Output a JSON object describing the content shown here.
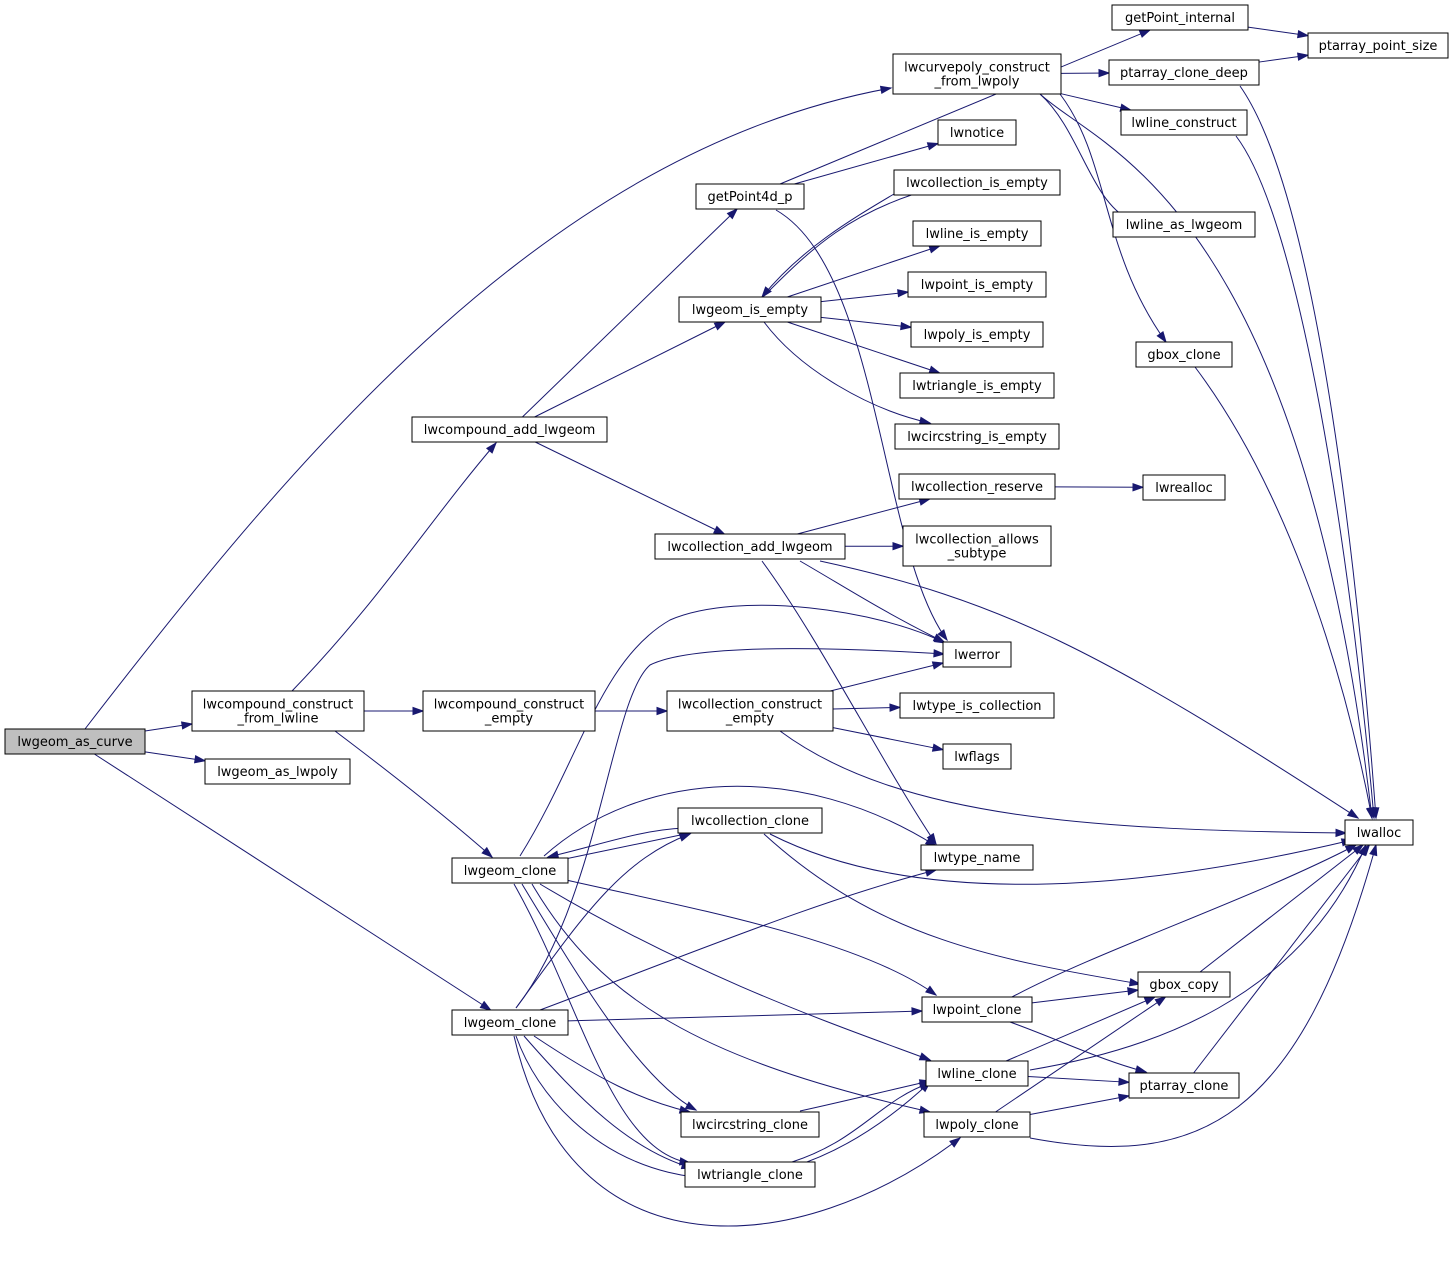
{
  "diagram": {
    "nodes": [
      {
        "id": "as_curve",
        "lines": [
          "lwgeom_as_curve"
        ],
        "root": true
      },
      {
        "id": "cc_lwline",
        "lines": [
          "lwcompound_construct",
          "_from_lwline"
        ]
      },
      {
        "id": "as_lwpoly",
        "lines": [
          "lwgeom_as_lwpoly"
        ]
      },
      {
        "id": "add_lwgeom",
        "lines": [
          "lwcompound_add_lwgeom"
        ]
      },
      {
        "id": "cc_empty",
        "lines": [
          "lwcompound_construct",
          "_empty"
        ]
      },
      {
        "id": "clone1",
        "lines": [
          "lwgeom_clone"
        ]
      },
      {
        "id": "clone2",
        "lines": [
          "lwgeom_clone"
        ]
      },
      {
        "id": "getPoint4d",
        "lines": [
          "getPoint4d_p"
        ]
      },
      {
        "id": "is_empty",
        "lines": [
          "lwgeom_is_empty"
        ]
      },
      {
        "id": "coll_add",
        "lines": [
          "lwcollection_add_lwgeom"
        ]
      },
      {
        "id": "coll_cons_empty",
        "lines": [
          "lwcollection_construct",
          "_empty"
        ]
      },
      {
        "id": "coll_clone",
        "lines": [
          "lwcollection_clone"
        ]
      },
      {
        "id": "circ_clone",
        "lines": [
          "lwcircstring_clone"
        ]
      },
      {
        "id": "tri_clone",
        "lines": [
          "lwtriangle_clone"
        ]
      },
      {
        "id": "curvepoly",
        "lines": [
          "lwcurvepoly_construct",
          "_from_lwpoly"
        ]
      },
      {
        "id": "lwnotice",
        "lines": [
          "lwnotice"
        ]
      },
      {
        "id": "coll_is_empty",
        "lines": [
          "lwcollection_is_empty"
        ]
      },
      {
        "id": "line_is_empty",
        "lines": [
          "lwline_is_empty"
        ]
      },
      {
        "id": "point_is_empty",
        "lines": [
          "lwpoint_is_empty"
        ]
      },
      {
        "id": "poly_is_empty",
        "lines": [
          "lwpoly_is_empty"
        ]
      },
      {
        "id": "tri_is_empty",
        "lines": [
          "lwtriangle_is_empty"
        ]
      },
      {
        "id": "circ_is_empty",
        "lines": [
          "lwcircstring_is_empty"
        ]
      },
      {
        "id": "coll_reserve",
        "lines": [
          "lwcollection_reserve"
        ]
      },
      {
        "id": "coll_allows",
        "lines": [
          "lwcollection_allows",
          "_subtype"
        ]
      },
      {
        "id": "lwerror",
        "lines": [
          "lwerror"
        ]
      },
      {
        "id": "type_is_coll",
        "lines": [
          "lwtype_is_collection"
        ]
      },
      {
        "id": "lwflags",
        "lines": [
          "lwflags"
        ]
      },
      {
        "id": "type_name",
        "lines": [
          "lwtype_name"
        ]
      },
      {
        "id": "point_clone",
        "lines": [
          "lwpoint_clone"
        ]
      },
      {
        "id": "line_clone",
        "lines": [
          "lwline_clone"
        ]
      },
      {
        "id": "poly_clone",
        "lines": [
          "lwpoly_clone"
        ]
      },
      {
        "id": "getPoint_internal",
        "lines": [
          "getPoint_internal"
        ]
      },
      {
        "id": "pa_clone_deep",
        "lines": [
          "ptarray_clone_deep"
        ]
      },
      {
        "id": "line_construct",
        "lines": [
          "lwline_construct"
        ]
      },
      {
        "id": "line_as_lwgeom",
        "lines": [
          "lwline_as_lwgeom"
        ]
      },
      {
        "id": "gbox_clone",
        "lines": [
          "gbox_clone"
        ]
      },
      {
        "id": "lwrealloc",
        "lines": [
          "lwrealloc"
        ]
      },
      {
        "id": "gbox_copy",
        "lines": [
          "gbox_copy"
        ]
      },
      {
        "id": "pa_clone",
        "lines": [
          "ptarray_clone"
        ]
      },
      {
        "id": "pa_point_size",
        "lines": [
          "ptarray_point_size"
        ]
      },
      {
        "id": "lwalloc",
        "lines": [
          "lwalloc"
        ]
      }
    ],
    "edges": [
      [
        "as_curve",
        "curvepoly"
      ],
      [
        "as_curve",
        "cc_lwline"
      ],
      [
        "as_curve",
        "as_lwpoly"
      ],
      [
        "as_curve",
        "clone2"
      ],
      [
        "cc_lwline",
        "add_lwgeom"
      ],
      [
        "cc_lwline",
        "cc_empty"
      ],
      [
        "cc_lwline",
        "clone1"
      ],
      [
        "add_lwgeom",
        "getPoint4d"
      ],
      [
        "add_lwgeom",
        "is_empty"
      ],
      [
        "add_lwgeom",
        "coll_add"
      ],
      [
        "cc_empty",
        "coll_cons_empty"
      ],
      [
        "getPoint4d",
        "getPoint_internal"
      ],
      [
        "getPoint4d",
        "lwnotice"
      ],
      [
        "getPoint4d",
        "lwerror"
      ],
      [
        "is_empty",
        "coll_is_empty"
      ],
      [
        "is_empty",
        "line_is_empty"
      ],
      [
        "is_empty",
        "point_is_empty"
      ],
      [
        "is_empty",
        "poly_is_empty"
      ],
      [
        "is_empty",
        "tri_is_empty"
      ],
      [
        "is_empty",
        "circ_is_empty"
      ],
      [
        "coll_is_empty",
        "is_empty"
      ],
      [
        "coll_add",
        "coll_reserve"
      ],
      [
        "coll_add",
        "coll_allows"
      ],
      [
        "coll_add",
        "lwerror"
      ],
      [
        "coll_add",
        "type_name"
      ],
      [
        "coll_add",
        "lwalloc"
      ],
      [
        "coll_reserve",
        "lwrealloc"
      ],
      [
        "coll_cons_empty",
        "lwerror"
      ],
      [
        "coll_cons_empty",
        "type_is_coll"
      ],
      [
        "coll_cons_empty",
        "lwflags"
      ],
      [
        "coll_cons_empty",
        "lwalloc"
      ],
      [
        "clone1",
        "lwerror"
      ],
      [
        "clone1",
        "coll_clone"
      ],
      [
        "clone1",
        "type_name"
      ],
      [
        "clone1",
        "point_clone"
      ],
      [
        "clone1",
        "line_clone"
      ],
      [
        "clone1",
        "poly_clone"
      ],
      [
        "clone1",
        "circ_clone"
      ],
      [
        "clone1",
        "tri_clone"
      ],
      [
        "coll_clone",
        "clone1"
      ],
      [
        "coll_clone",
        "lwalloc"
      ],
      [
        "coll_clone",
        "gbox_copy"
      ],
      [
        "clone2",
        "lwerror"
      ],
      [
        "clone2",
        "coll_clone"
      ],
      [
        "clone2",
        "type_name"
      ],
      [
        "clone2",
        "point_clone"
      ],
      [
        "clone2",
        "line_clone"
      ],
      [
        "clone2",
        "poly_clone"
      ],
      [
        "clone2",
        "circ_clone"
      ],
      [
        "clone2",
        "tri_clone"
      ],
      [
        "circ_clone",
        "line_clone"
      ],
      [
        "tri_clone",
        "line_clone"
      ],
      [
        "point_clone",
        "lwalloc"
      ],
      [
        "point_clone",
        "gbox_copy"
      ],
      [
        "point_clone",
        "pa_clone"
      ],
      [
        "line_clone",
        "lwalloc"
      ],
      [
        "line_clone",
        "gbox_copy"
      ],
      [
        "line_clone",
        "pa_clone"
      ],
      [
        "poly_clone",
        "lwalloc"
      ],
      [
        "poly_clone",
        "gbox_copy"
      ],
      [
        "poly_clone",
        "pa_clone"
      ],
      [
        "curvepoly",
        "pa_clone_deep"
      ],
      [
        "curvepoly",
        "line_construct"
      ],
      [
        "curvepoly",
        "line_as_lwgeom"
      ],
      [
        "curvepoly",
        "gbox_clone"
      ],
      [
        "curvepoly",
        "lwalloc"
      ],
      [
        "getPoint_internal",
        "pa_point_size"
      ],
      [
        "pa_clone_deep",
        "pa_point_size"
      ],
      [
        "pa_clone_deep",
        "lwalloc"
      ],
      [
        "line_construct",
        "lwalloc"
      ],
      [
        "gbox_clone",
        "lwalloc"
      ],
      [
        "gbox_copy",
        "lwalloc"
      ],
      [
        "pa_clone",
        "lwalloc"
      ]
    ]
  }
}
